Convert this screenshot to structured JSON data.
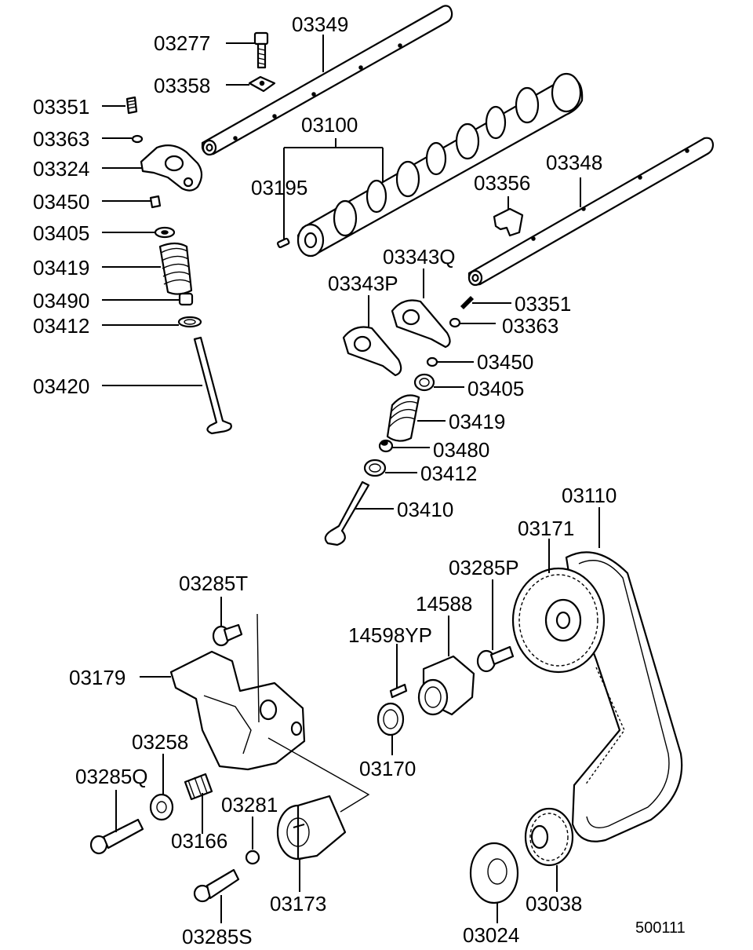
{
  "labels": {
    "l03349": "03349",
    "l03277": "03277",
    "l03358": "03358",
    "l03351a": "03351",
    "l03363a": "03363",
    "l03324": "03324",
    "l03450a": "03450",
    "l03405a": "03405",
    "l03419a": "03419",
    "l03490": "03490",
    "l03412a": "03412",
    "l03420": "03420",
    "l03100": "03100",
    "l03195": "03195",
    "l03348": "03348",
    "l03356": "03356",
    "l03343Q": "03343Q",
    "l03343P": "03343P",
    "l03351b": "03351",
    "l03363b": "03363",
    "l03450b": "03450",
    "l03405b": "03405",
    "l03419b": "03419",
    "l03480": "03480",
    "l03412b": "03412",
    "l03410": "03410",
    "l03110": "03110",
    "l03171": "03171",
    "l03285P": "03285P",
    "l14588": "14588",
    "l14598YP": "14598YP",
    "l03285T": "03285T",
    "l03179": "03179",
    "l03258": "03258",
    "l03285Q": "03285Q",
    "l03281": "03281",
    "l03166": "03166",
    "l03170": "03170",
    "l03173": "03173",
    "l03285S": "03285S",
    "l03038": "03038",
    "l03024": "03024"
  },
  "diagram_code": "500111"
}
